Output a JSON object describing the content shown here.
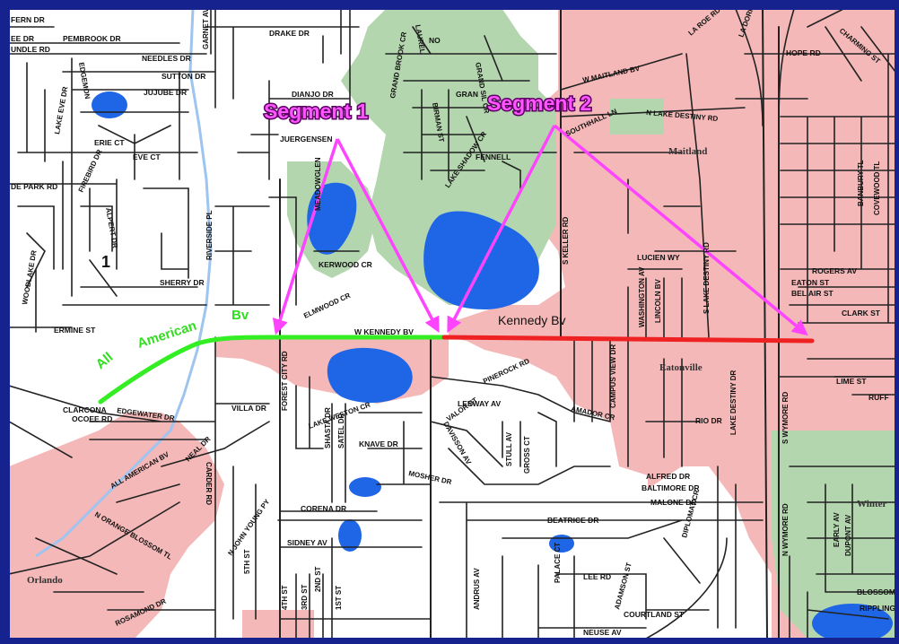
{
  "map": {
    "annotations": {
      "segment_1": "Segment 1",
      "segment_2": "Segment 2",
      "kennedy": "Kennedy Bv",
      "all": "All",
      "american": "American",
      "bv": "Bv",
      "marker": "1"
    },
    "places": {
      "maitland": "Maitland",
      "eatonville": "Eatonville",
      "orlando": "Orlando",
      "winter": "Winter"
    },
    "streets": {
      "fern": "FERN DR",
      "lee_dr": "EE DR",
      "pembrook": "PEMBROOK DR",
      "undle": "UNDLE RD",
      "garnet": "GARNET AV",
      "drake": "DRAKE DR",
      "needles": "NEEDLES DR",
      "sutton": "SUTTON DR",
      "jujube": "JUJUBE DR",
      "lake_eve": "LAKE EVE DR",
      "edgemon": "EDGEMON",
      "dianjo": "DIANJO DR",
      "juergens": "JUERGENSEN",
      "erie": "ERIE CT",
      "eve_ct": "EVE CT",
      "de_park": "DE PARK RD",
      "firebird": "FIREBIRD DR",
      "alpert": "ALPERT DR",
      "riverside": "RIVERSIDE PL",
      "woodlake": "WOODLAKE DR",
      "sherry": "SHERRY DR",
      "ermine": "ERMINE ST",
      "kerwood": "KERWOOD CR",
      "elmwood": "ELMWOOD CR",
      "w_kennedy": "W KENNEDY BV",
      "forest_city": "FOREST CITY RD",
      "lake_weston": "LAKE WESTON CR",
      "villa": "VILLA DR",
      "claircona": "CLARCONA",
      "ocoee": "OCOEE RD",
      "edgewater": "EDGEWATER DR",
      "all_american": "ALL AMERICAN BV",
      "neal": "NEAL DR",
      "carder": "CARDER RD",
      "n_orange": "N ORANGE BLOSSOM TL",
      "john_young": "N JOHN YOUNG PY",
      "fifth": "5TH ST",
      "corena": "CORENA DR",
      "sidney": "SIDNEY AV",
      "fourth": "4TH ST",
      "third": "3RD ST",
      "second": "2ND ST",
      "first": "1ST ST",
      "rosamond": "ROSAMOND DR",
      "shasta": "SHASTA DR",
      "satel": "SATEL DR",
      "knave": "KNAVE DR",
      "mosher": "MOSHER DR",
      "davisson": "DAVISSON AV",
      "valor": "VALOR ST",
      "stull": "STULL AV",
      "gross": "GROSS CT",
      "leeway": "LEEWAY AV",
      "pinerock": "PINEROCK RD",
      "amador": "AMADOR CR",
      "beatrice": "BEATRICE DR",
      "palace": "PALACE CT",
      "lee_rd": "LEE RD",
      "adamson": "ADAMSON ST",
      "andrus": "ANDRUS AV",
      "courtland": "COURTLAND ST",
      "neuse": "NEUSE AV",
      "alfred": "ALFRED DR",
      "baltimore": "BALTIMORE DR",
      "malone": "MALONE DR",
      "diplomat": "DIPLOMAT CR",
      "rio": "RIO DR",
      "campus_view": "CAMPUS VIEW DR",
      "washington": "WASHINGTON AV",
      "lincoln": "LINCOLN BV",
      "lucien": "LUCIEN WY",
      "s_keller": "S KELLER RD",
      "lake_destiny": "S LAKE DESTINY RD",
      "lake_destiny_dr": "LAKE DESTINY DR",
      "eaton": "EATON ST",
      "bel_air": "BEL AIR ST",
      "clark": "CLARK ST",
      "lime": "LIME ST",
      "ruff": "RUFF",
      "rogers": "ROGERS AV",
      "s_wymore": "S WYMORE RD",
      "n_wymore": "N WYMORE RD",
      "early": "EARLY AV",
      "dupont": "DUPONT AV",
      "blossom": "BLOSSOM",
      "rippling": "RIPPLING",
      "w_maitland": "W MAITLAND BV",
      "n_lake_destiny": "N LAKE DESTINY RD",
      "southhall": "SOUTHHALL LN",
      "fennell": "FENNELL",
      "lake_shadow": "LAKE SHADOW CR",
      "birman": "BIRMAN ST",
      "gran": "GRAN",
      "grand_brook": "GRAND BROOK CR",
      "grand_sil": "GRAND SIL CR",
      "laurel": "LAUREL",
      "no": "NO",
      "hope": "HOPE RD",
      "charming": "CHARMING ST",
      "laroe": "LA ROE RD",
      "banbury": "BANBURY TL",
      "covewood": "COVEWOOD TL",
      "lake_dorr": "LA DORR RD",
      "meadowglen": "MEADOWGLEN"
    },
    "colors": {
      "incorporated": "#f5b8b8",
      "green_area": "#b4d6ae",
      "lake": "#1f66e6",
      "segment_1_line": "#33ee22",
      "segment_2_line": "#ee2222",
      "arrow": "#ff44ff",
      "border": "#16238f"
    }
  }
}
